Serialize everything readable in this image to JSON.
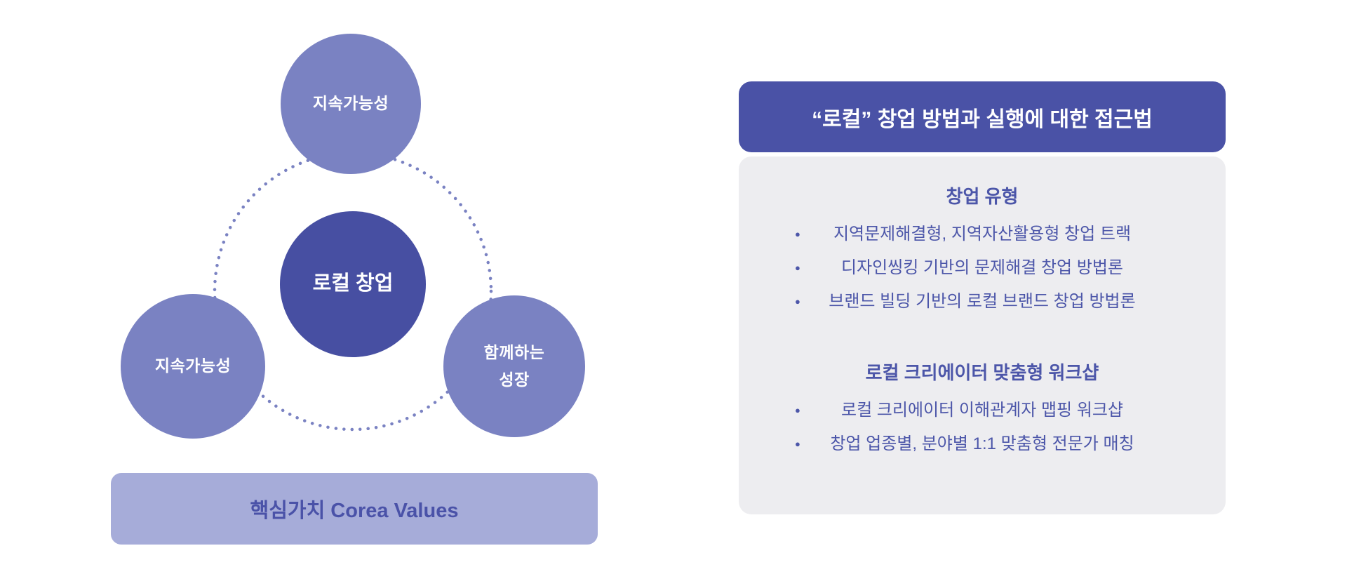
{
  "diagram": {
    "top_circle": {
      "label": "지속가능성"
    },
    "left_circle": {
      "label": "지속가능성"
    },
    "right_circle": {
      "label": "함께하는\n성장"
    },
    "center_circle": {
      "label": "로컬 창업"
    },
    "bottom_banner": {
      "label": "핵심가치 Corea Values"
    }
  },
  "panel": {
    "bullet_glyph": "●",
    "header": {
      "title": "“로컬” 창업 방법과 실행에 대한 접근법"
    },
    "sections": [
      {
        "heading": "창업 유형",
        "bullets": [
          "지역문제해결형, 지역자산활용형 창업 트랙",
          "디자인씽킹 기반의 문제해결 창업 방법론",
          "브랜드 빌딩 기반의 로컬 브랜드 창업 방법론"
        ]
      },
      {
        "heading": "로컬 크리에이터 맞춤형 워크샵",
        "bullets": [
          "로컬 크리에이터 이해관계자 맵핑 워크샵",
          "창업 업종별, 분야별 1:1 맞춤형 전문가 매칭"
        ]
      }
    ]
  },
  "colors": {
    "light_circle": "#7A82C2",
    "dark_circle": "#474FA2",
    "header_bar": "#4A52A6",
    "banner_bg": "#A6ACD9",
    "panel_bg": "#EDEDF0",
    "panel_text": "#4C56A9"
  }
}
